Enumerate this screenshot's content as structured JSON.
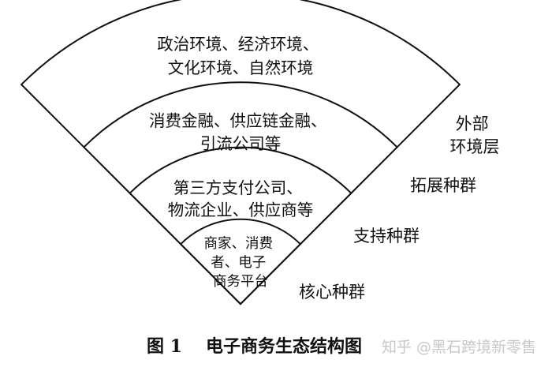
{
  "diagram": {
    "layers": [
      {
        "ring_lines": [
          "政治环境、经济环境、",
          "文化环境、自然环境"
        ],
        "side_lines": [
          "外部",
          "环境层"
        ]
      },
      {
        "ring_lines": [
          "消费金融、供应链金融、",
          "引流公司等"
        ],
        "side_lines": [
          "拓展种群"
        ]
      },
      {
        "ring_lines": [
          "第三方支付公司、",
          "物流企业、供应商等"
        ],
        "side_lines": [
          "支持种群"
        ]
      },
      {
        "ring_lines": [
          "商家、消费",
          "者、电子",
          "商务平台"
        ],
        "side_lines": [
          "核心种群"
        ]
      }
    ],
    "caption": {
      "label": "图 1",
      "title": "电子商务生态结构图"
    }
  },
  "watermark": "知乎 @黑石跨境新零售",
  "colors": {
    "line": "#111111",
    "background": "#ffffff",
    "watermark": "#c8c8c8"
  }
}
